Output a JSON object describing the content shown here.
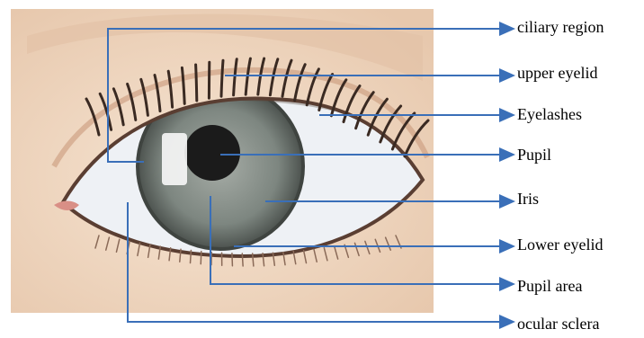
{
  "labels": [
    "ciliary region",
    "upper eyelid",
    "Eyelashes",
    "Pupil",
    "Iris",
    "Lower eyelid",
    "Pupil area",
    "ocular sclera"
  ],
  "colors": {
    "arrow": "#3a6fb8",
    "skin": "#efd7c0",
    "iris": "#7d8680",
    "pupil": "#1b1b1b",
    "sclera": "#eef1f5",
    "lash": "#3a2a22"
  }
}
